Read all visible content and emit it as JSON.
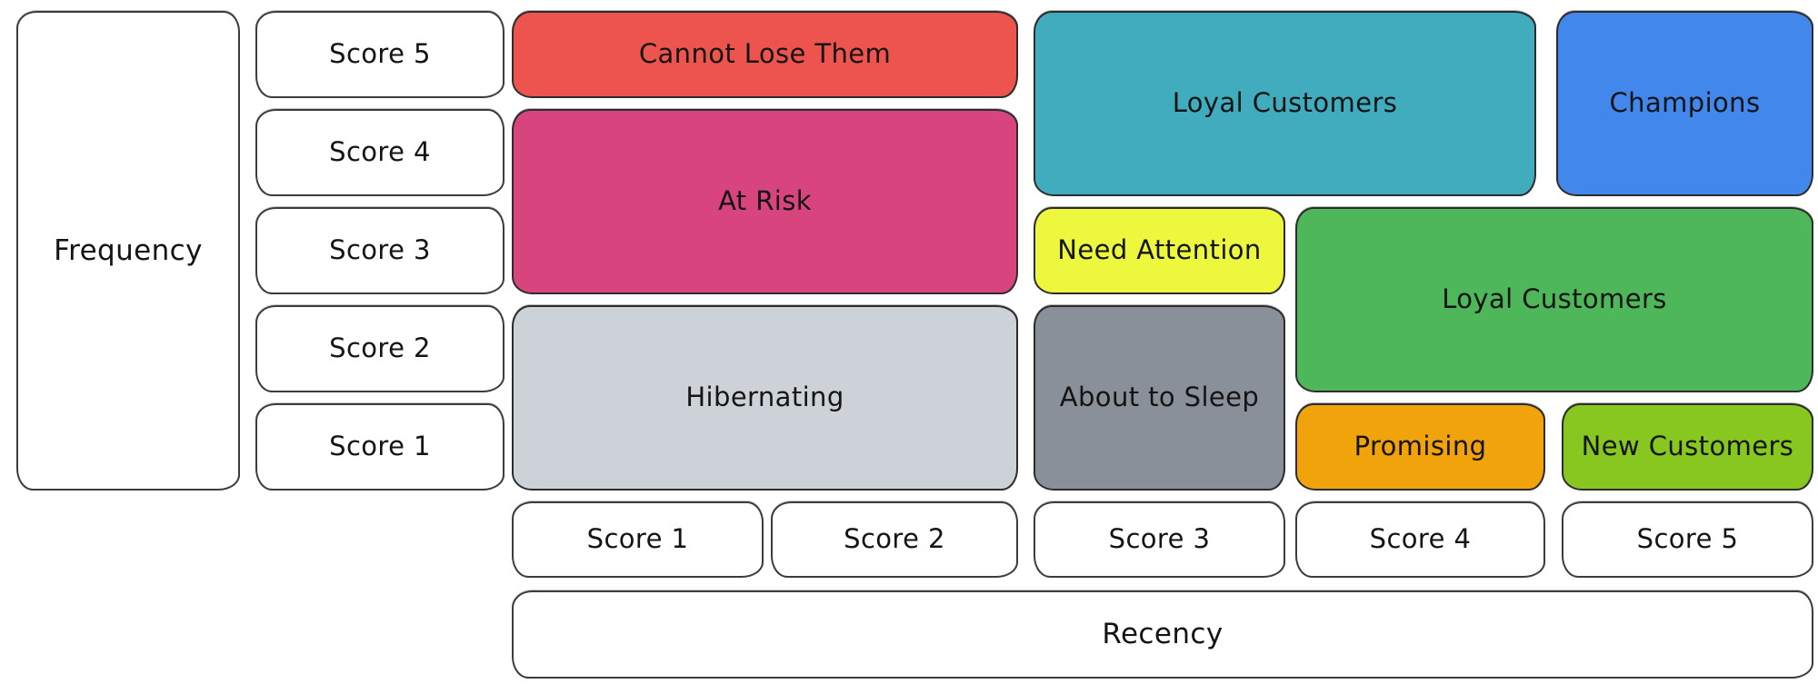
{
  "colors": {
    "background": "#ffffff",
    "segment_stroke": "#2c2c2c",
    "plain_stroke": "#3c3c3c",
    "text": "#141414"
  },
  "frequency_axis": {
    "label": "Frequency",
    "scores": [
      "Score 5",
      "Score 4",
      "Score 3",
      "Score 2",
      "Score 1"
    ]
  },
  "recency_axis": {
    "label": "Recency",
    "scores": [
      "Score 1",
      "Score 2",
      "Score 3",
      "Score 4",
      "Score 5"
    ]
  },
  "segments": [
    {
      "label": "Cannot Lose Them",
      "color": "#ed544e",
      "recency": "1-2",
      "frequency": "5"
    },
    {
      "label": "At Risk",
      "color": "#d8447e",
      "recency": "1-2",
      "frequency": "3-4"
    },
    {
      "label": "Hibernating",
      "color": "#cdd2d9",
      "recency": "1-2",
      "frequency": "1-2"
    },
    {
      "label": "Loyal Customers",
      "color": "#40acbe",
      "recency": "3-4",
      "frequency": "4-5"
    },
    {
      "label": "Champions",
      "color": "#4187ec",
      "recency": "5",
      "frequency": "4-5"
    },
    {
      "label": "Need Attention",
      "color": "#ecf73d",
      "recency": "3",
      "frequency": "3"
    },
    {
      "label": "About to Sleep",
      "color": "#8a9099",
      "recency": "3",
      "frequency": "1-2"
    },
    {
      "label": "Loyal Customers",
      "color": "#4db75a",
      "recency": "4-5",
      "frequency": "2-3"
    },
    {
      "label": "Promising",
      "color": "#f0a30a",
      "recency": "4",
      "frequency": "1"
    },
    {
      "label": "New Customers",
      "color": "#87c71f",
      "recency": "5",
      "frequency": "1"
    }
  ]
}
